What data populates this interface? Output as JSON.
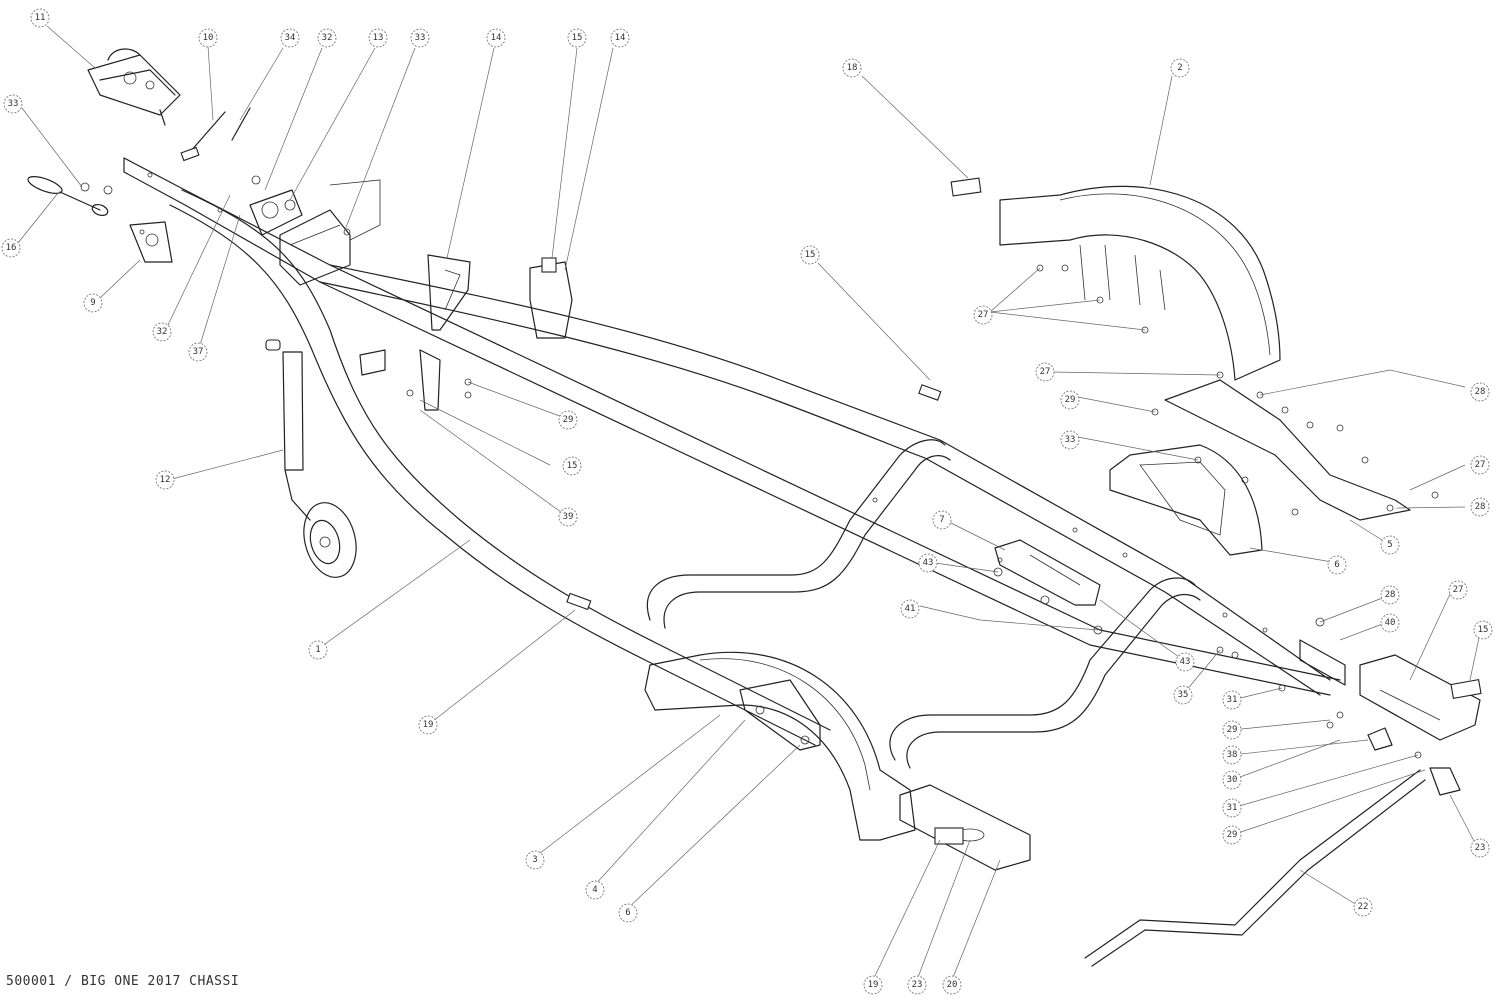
{
  "caption": "500001 / BIG ONE 2017  CHASSI",
  "callouts": [
    {
      "label": "11"
    },
    {
      "label": "10"
    },
    {
      "label": "34"
    },
    {
      "label": "32"
    },
    {
      "label": "13"
    },
    {
      "label": "33"
    },
    {
      "label": "14"
    },
    {
      "label": "15"
    },
    {
      "label": "14"
    },
    {
      "label": "18"
    },
    {
      "label": "2"
    },
    {
      "label": "33"
    },
    {
      "label": "16"
    },
    {
      "label": "9"
    },
    {
      "label": "32"
    },
    {
      "label": "37"
    },
    {
      "label": "15"
    },
    {
      "label": "27"
    },
    {
      "label": "27"
    },
    {
      "label": "28"
    },
    {
      "label": "29"
    },
    {
      "label": "33"
    },
    {
      "label": "29"
    },
    {
      "label": "12"
    },
    {
      "label": "15"
    },
    {
      "label": "39"
    },
    {
      "label": "27"
    },
    {
      "label": "28"
    },
    {
      "label": "5"
    },
    {
      "label": "6"
    },
    {
      "label": "7"
    },
    {
      "label": "43"
    },
    {
      "label": "41"
    },
    {
      "label": "43"
    },
    {
      "label": "1"
    },
    {
      "label": "19"
    },
    {
      "label": "28"
    },
    {
      "label": "40"
    },
    {
      "label": "35"
    },
    {
      "label": "27"
    },
    {
      "label": "15"
    },
    {
      "label": "31"
    },
    {
      "label": "29"
    },
    {
      "label": "38"
    },
    {
      "label": "30"
    },
    {
      "label": "31"
    },
    {
      "label": "29"
    },
    {
      "label": "23"
    },
    {
      "label": "3"
    },
    {
      "label": "4"
    },
    {
      "label": "6"
    },
    {
      "label": "22"
    },
    {
      "label": "19"
    },
    {
      "label": "23"
    },
    {
      "label": "20"
    }
  ]
}
